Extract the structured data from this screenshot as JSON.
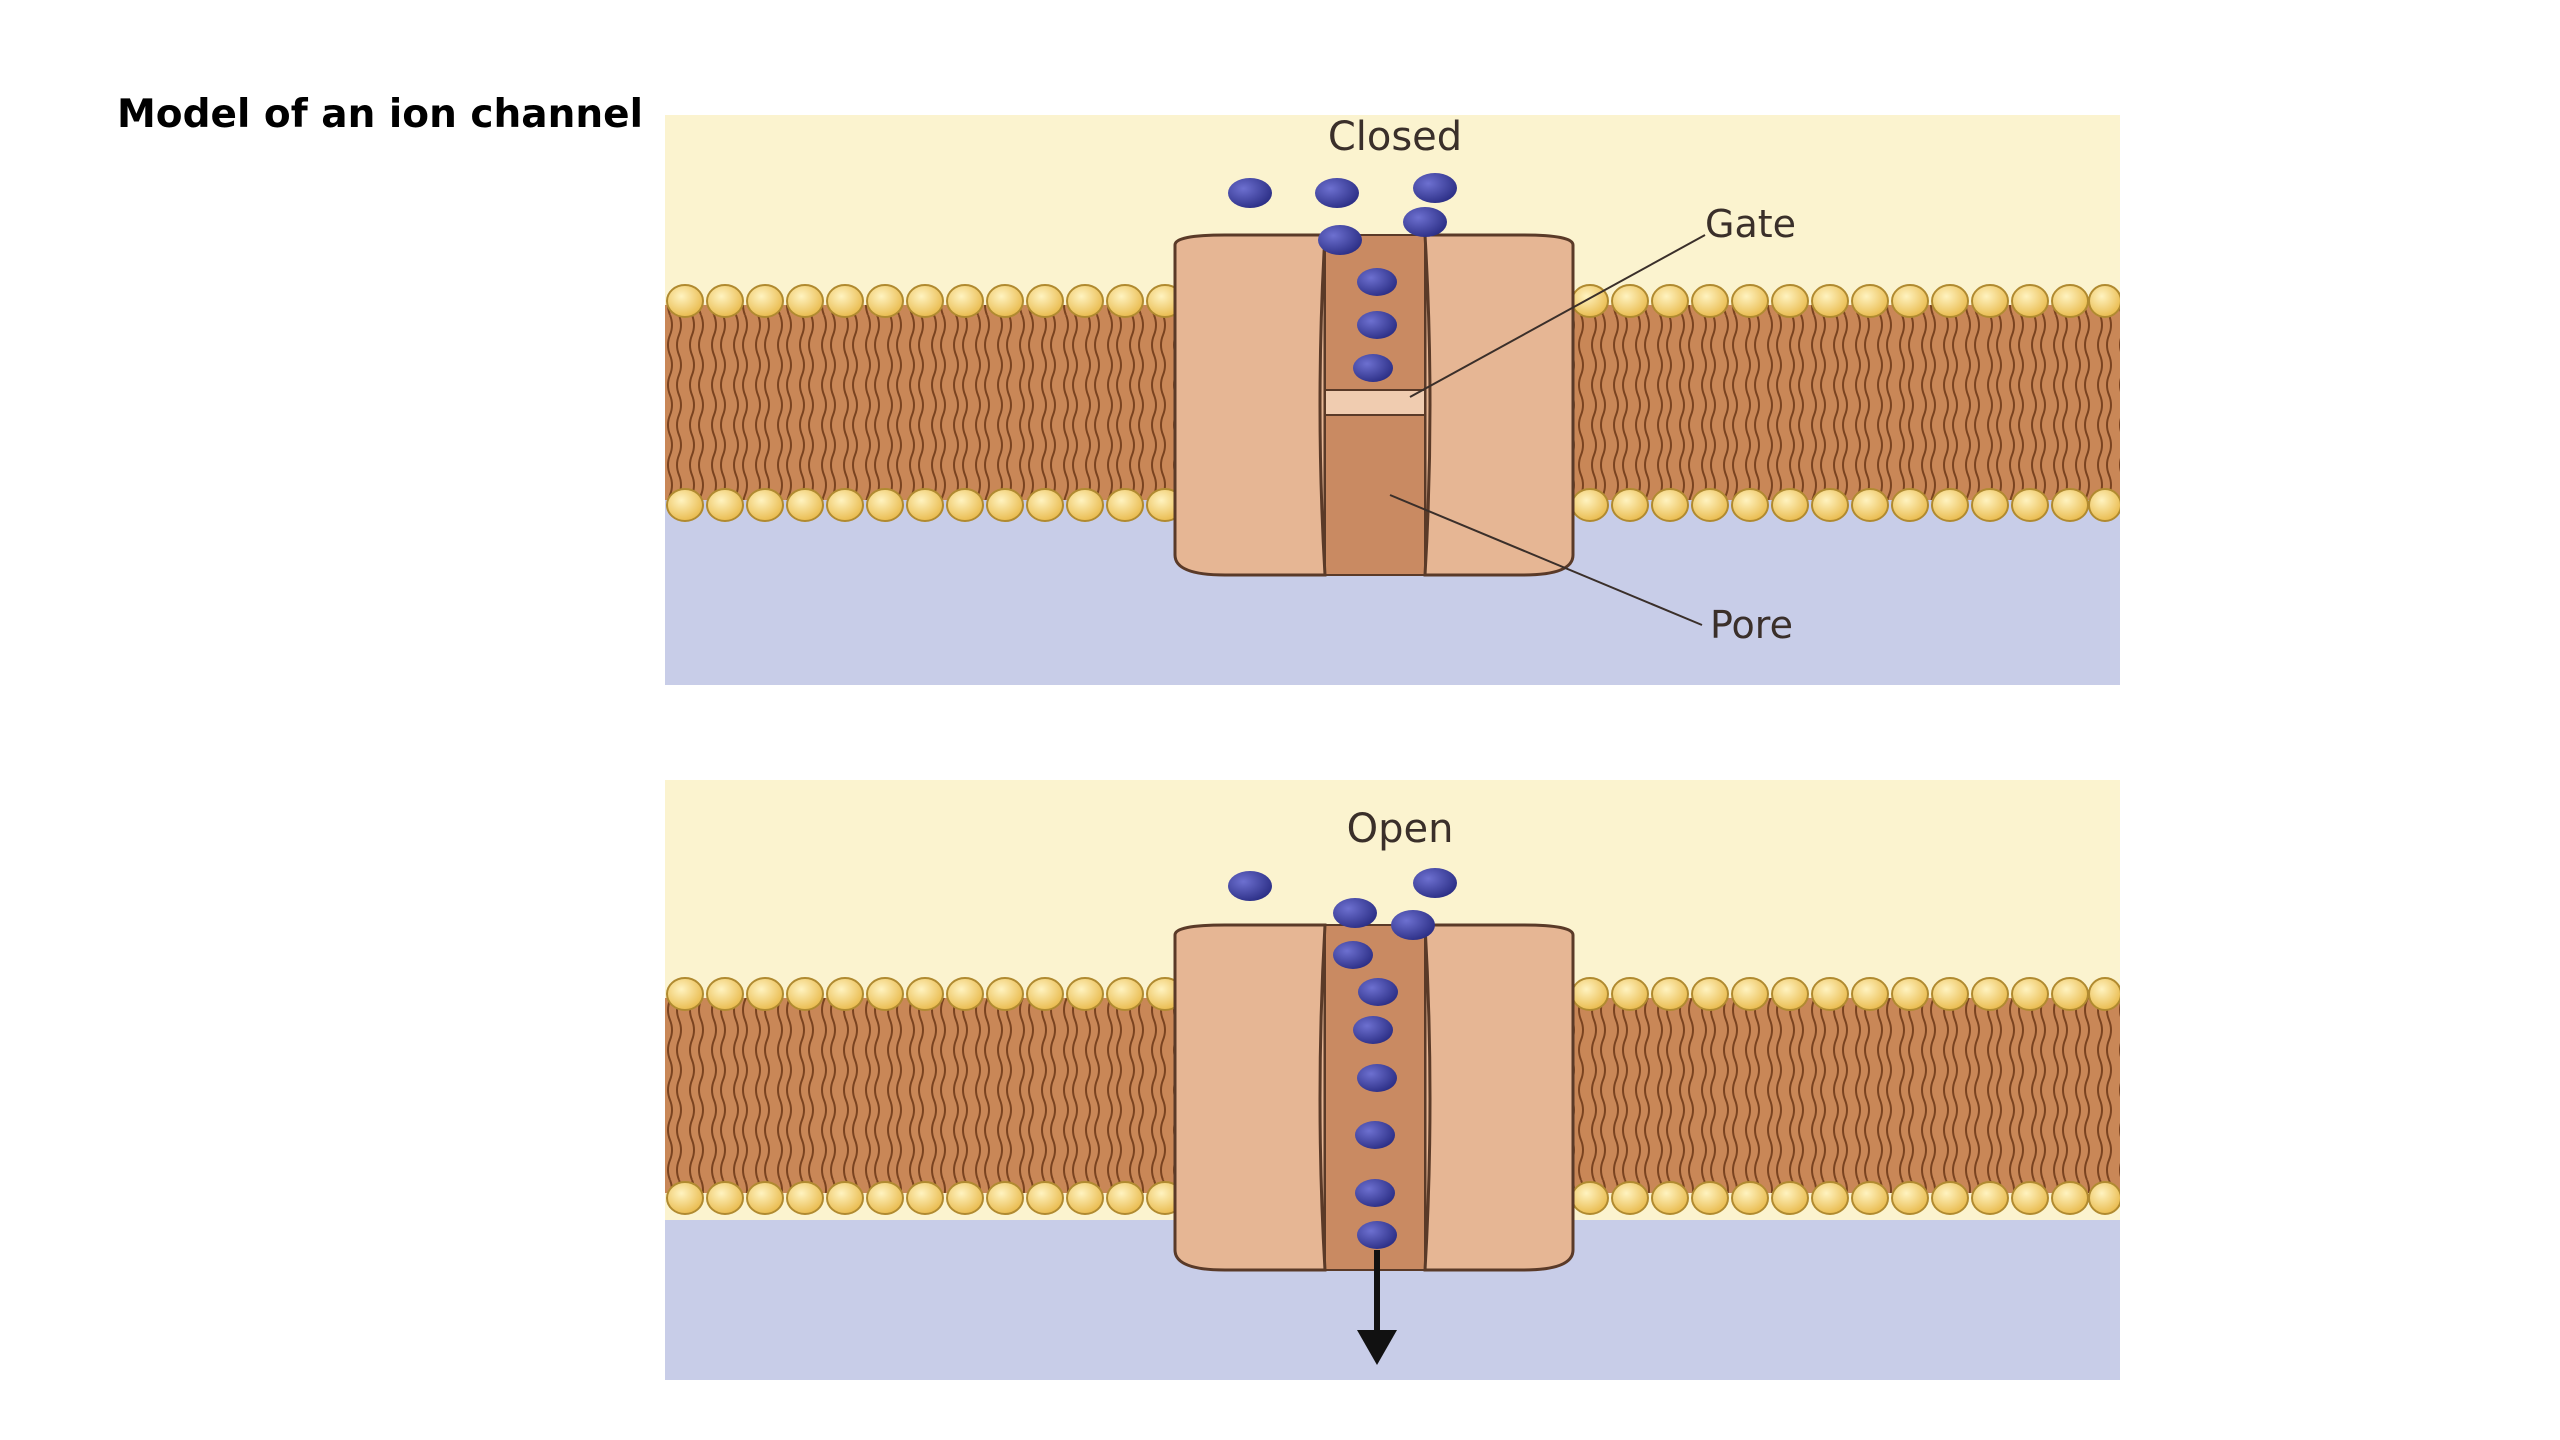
{
  "title": "Model of an ion channel",
  "colors": {
    "extracellular": "#fbf3cf",
    "intracellular": "#c8cde8",
    "lipid_head": "#f3cc69",
    "lipid_tail": "#b97548",
    "protein": "#e6b694",
    "pore": "#c98a62",
    "ion": "#3b3f9c"
  },
  "panels": [
    {
      "state_label": "Closed",
      "gate_label": "Gate",
      "pore_label": "Pore",
      "ion_flow": "blocked"
    },
    {
      "state_label": "Open",
      "ion_flow": "inward"
    }
  ],
  "icons": [
    "ion-icon",
    "ion-flow-arrow-icon"
  ]
}
